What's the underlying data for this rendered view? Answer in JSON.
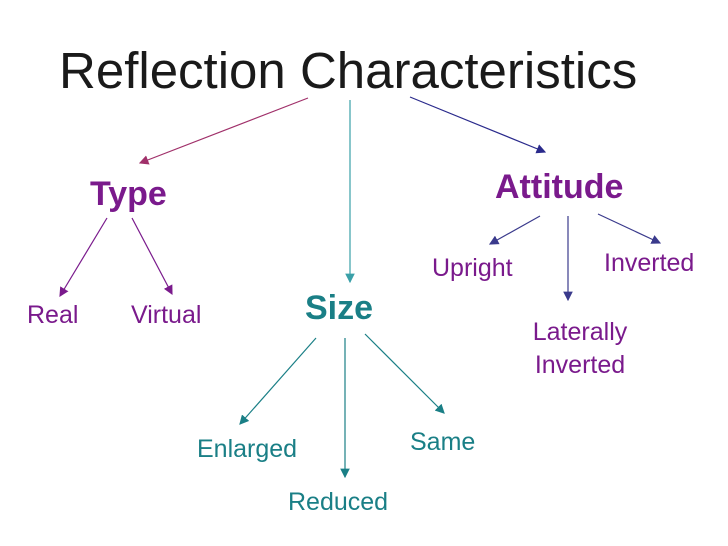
{
  "diagram": {
    "title": "Reflection Characteristics",
    "nodes": {
      "type": "Type",
      "attitude": "Attitude",
      "size": "Size",
      "real": "Real",
      "virtual": "Virtual",
      "upright": "Upright",
      "inverted": "Inverted",
      "laterally_line1": "Laterally",
      "laterally_line2": "Inverted",
      "enlarged": "Enlarged",
      "same": "Same",
      "reduced": "Reduced"
    },
    "edges": [
      {
        "from": "Reflection Characteristics",
        "to": "Type"
      },
      {
        "from": "Reflection Characteristics",
        "to": "Size"
      },
      {
        "from": "Reflection Characteristics",
        "to": "Attitude"
      },
      {
        "from": "Type",
        "to": "Real"
      },
      {
        "from": "Type",
        "to": "Virtual"
      },
      {
        "from": "Attitude",
        "to": "Upright"
      },
      {
        "from": "Attitude",
        "to": "Laterally Inverted"
      },
      {
        "from": "Attitude",
        "to": "Inverted"
      },
      {
        "from": "Size",
        "to": "Enlarged"
      },
      {
        "from": "Size",
        "to": "Reduced"
      },
      {
        "from": "Size",
        "to": "Same"
      }
    ],
    "colors": {
      "title": "#1a1a1a",
      "type_branch": "#7a1a8c",
      "size_branch": "#1a7f86",
      "arrow_title_type": "#a0306a",
      "arrow_title_size": "#3aa0a8",
      "arrow_title_attitude": "#2a2a8c"
    }
  }
}
